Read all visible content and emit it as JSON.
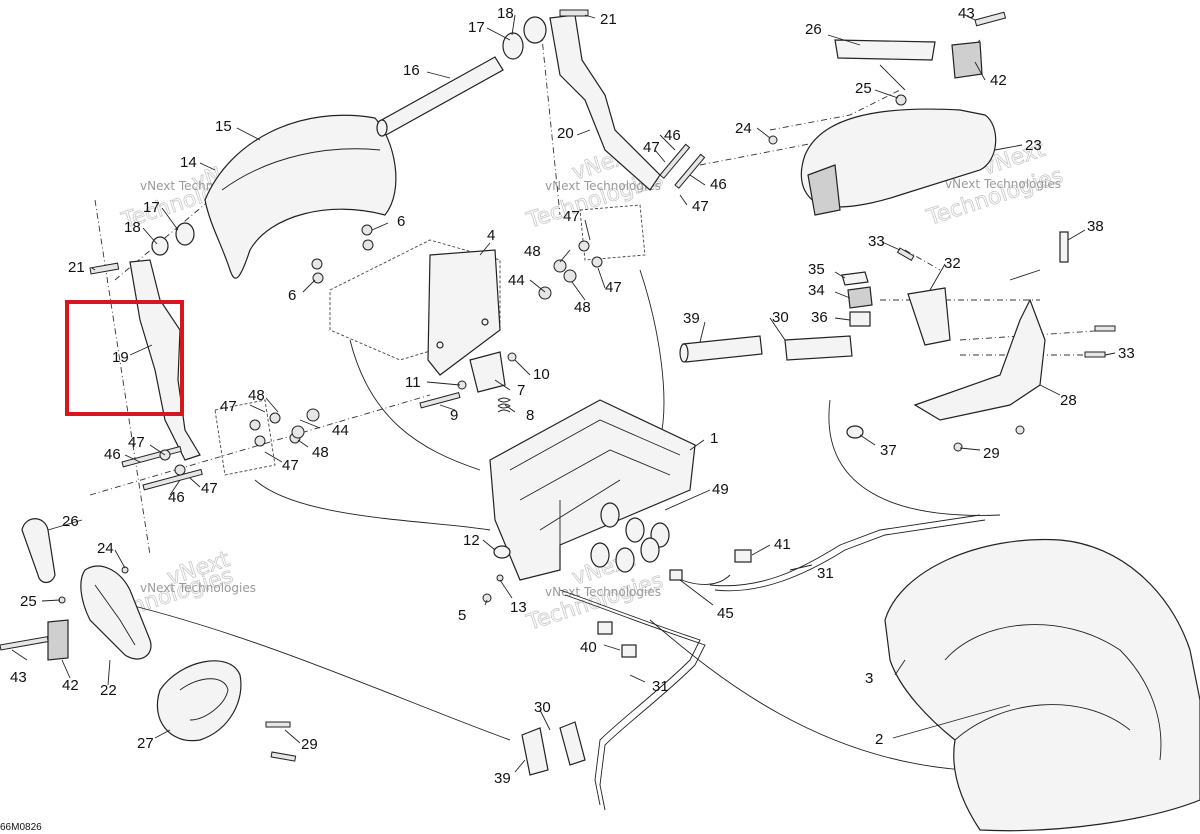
{
  "diagram": {
    "reference_code": "66M0826",
    "highlighted_label": "19",
    "highlight_color": "#d9161b",
    "watermark": {
      "line1": "vNext",
      "line2": "Technologies",
      "small": "vNext Technologies"
    },
    "labels": {
      "l1": "1",
      "l2": "2",
      "l3": "3",
      "l4": "4",
      "l5": "5",
      "l6a": "6",
      "l6b": "6",
      "l7": "7",
      "l8": "8",
      "l9": "9",
      "l10": "10",
      "l11": "11",
      "l12": "12",
      "l13": "13",
      "l14": "14",
      "l15": "15",
      "l16": "16",
      "l17a": "17",
      "l17b": "17",
      "l18a": "18",
      "l18b": "18",
      "l19": "19",
      "l20": "20",
      "l21a": "21",
      "l21b": "21",
      "l22": "22",
      "l23": "23",
      "l24a": "24",
      "l24b": "24",
      "l25a": "25",
      "l25b": "25",
      "l26a": "26",
      "l26b": "26",
      "l27": "27",
      "l28": "28",
      "l29a": "29",
      "l29b": "29",
      "l30a": "30",
      "l30b": "30",
      "l31a": "31",
      "l31b": "31",
      "l32": "32",
      "l33a": "33",
      "l33b": "33",
      "l34": "34",
      "l35": "35",
      "l36": "36",
      "l37": "37",
      "l38": "38",
      "l39a": "39",
      "l39b": "39",
      "l40": "40",
      "l41": "41",
      "l42a": "42",
      "l42b": "42",
      "l43a": "43",
      "l43b": "43",
      "l44a": "44",
      "l44b": "44",
      "l45": "45",
      "l46a": "46",
      "l46b": "46",
      "l46c": "46",
      "l46d": "46",
      "l47a": "47",
      "l47b": "47",
      "l47c": "47",
      "l47d": "47",
      "l47e": "47",
      "l47f": "47",
      "l47g": "47",
      "l47h": "47",
      "l48a": "48",
      "l48b": "48",
      "l48c": "48",
      "l48d": "48",
      "l49": "49"
    }
  }
}
